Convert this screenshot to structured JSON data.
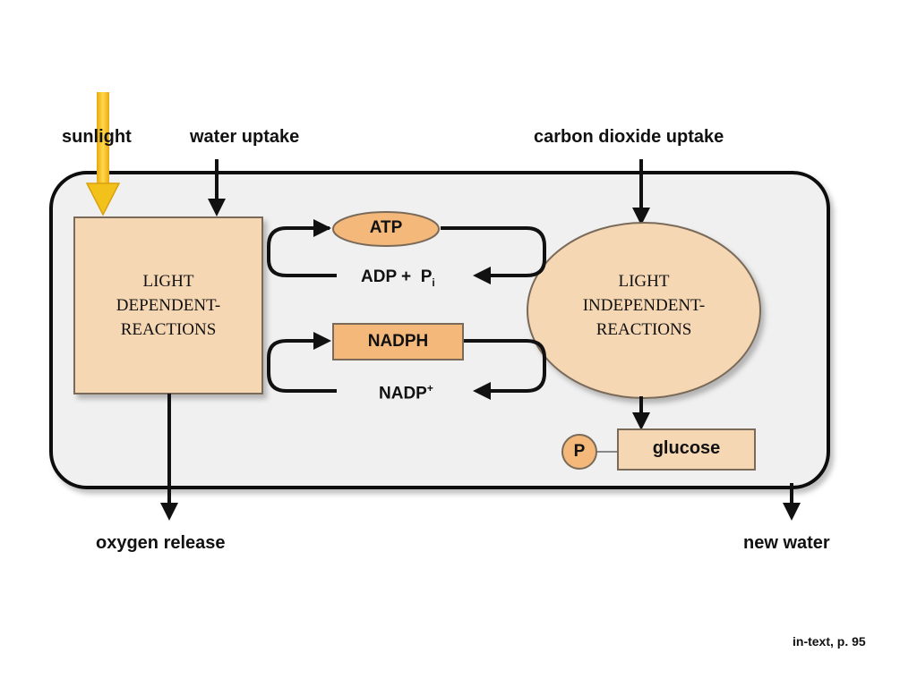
{
  "inputs": {
    "sunlight": "sunlight",
    "water_uptake": "water uptake",
    "carbon_dioxide_uptake": "carbon dioxide uptake"
  },
  "outputs": {
    "oxygen_release": "oxygen release",
    "new_water": "new water"
  },
  "light_dependent": {
    "line1": "LIGHT",
    "line2": "DEPENDENT-",
    "line3": "REACTIONS"
  },
  "light_independent": {
    "line1": "LIGHT",
    "line2": "INDEPENDENT-",
    "line3": "REACTIONS"
  },
  "carriers": {
    "atp": "ATP",
    "adp": "ADP +",
    "pi_main": "P",
    "pi_sub": "i",
    "nadph": "NADPH",
    "nadp_main": "NADP",
    "nadp_sup": "+"
  },
  "products": {
    "phosphate": "P",
    "glucose": "glucose"
  },
  "footer": {
    "citation": "in-text, p. 95"
  },
  "colors": {
    "box_fill": "#f6d7b4",
    "atp_fill": "#f3b87a",
    "nadph_fill": "#f3b87a",
    "cell_fill": "#f0f0f0",
    "sunlight": "#f2c21a",
    "stroke": "#111111"
  }
}
